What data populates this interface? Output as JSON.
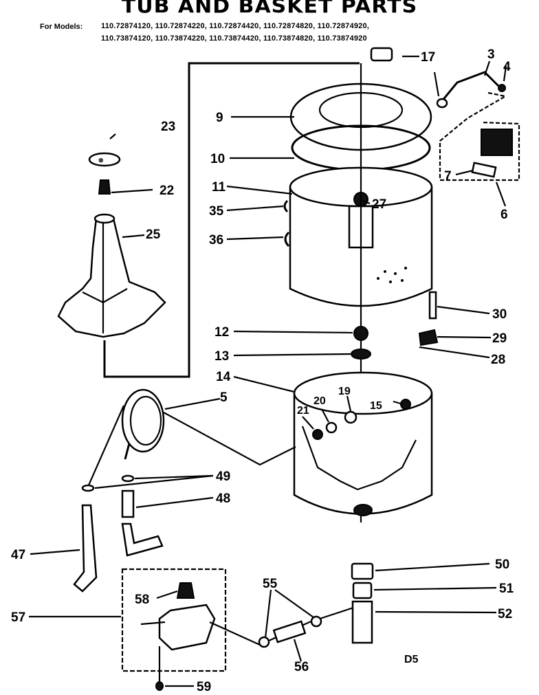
{
  "header": {
    "title": "TUB AND BASKET PARTS",
    "models_label": "For Models:",
    "models_line1": "110.72874120, 110.72874220, 110.72874420, 110.72874820, 110.72874920,",
    "models_line2": "110.73874120, 110.73874220, 110.73874420, 110.73874820, 110.73874920"
  },
  "callouts": {
    "c3": "3",
    "c4": "4",
    "c5": "5",
    "c6": "6",
    "c7": "7",
    "c9": "9",
    "c10": "10",
    "c11": "11",
    "c12": "12",
    "c13": "13",
    "c14": "14",
    "c15": "15",
    "c17": "17",
    "c19": "19",
    "c20": "20",
    "c21": "21",
    "c22": "22",
    "c23": "23",
    "c25": "25",
    "c27": "27",
    "c28": "28",
    "c29": "29",
    "c30": "30",
    "c35": "35",
    "c36": "36",
    "c47": "47",
    "c48": "48",
    "c49": "49",
    "c50": "50",
    "c51": "51",
    "c52": "52",
    "c55": "55",
    "c56": "56",
    "c57": "57",
    "c58": "58",
    "c59": "59"
  },
  "footer_code": "D5"
}
